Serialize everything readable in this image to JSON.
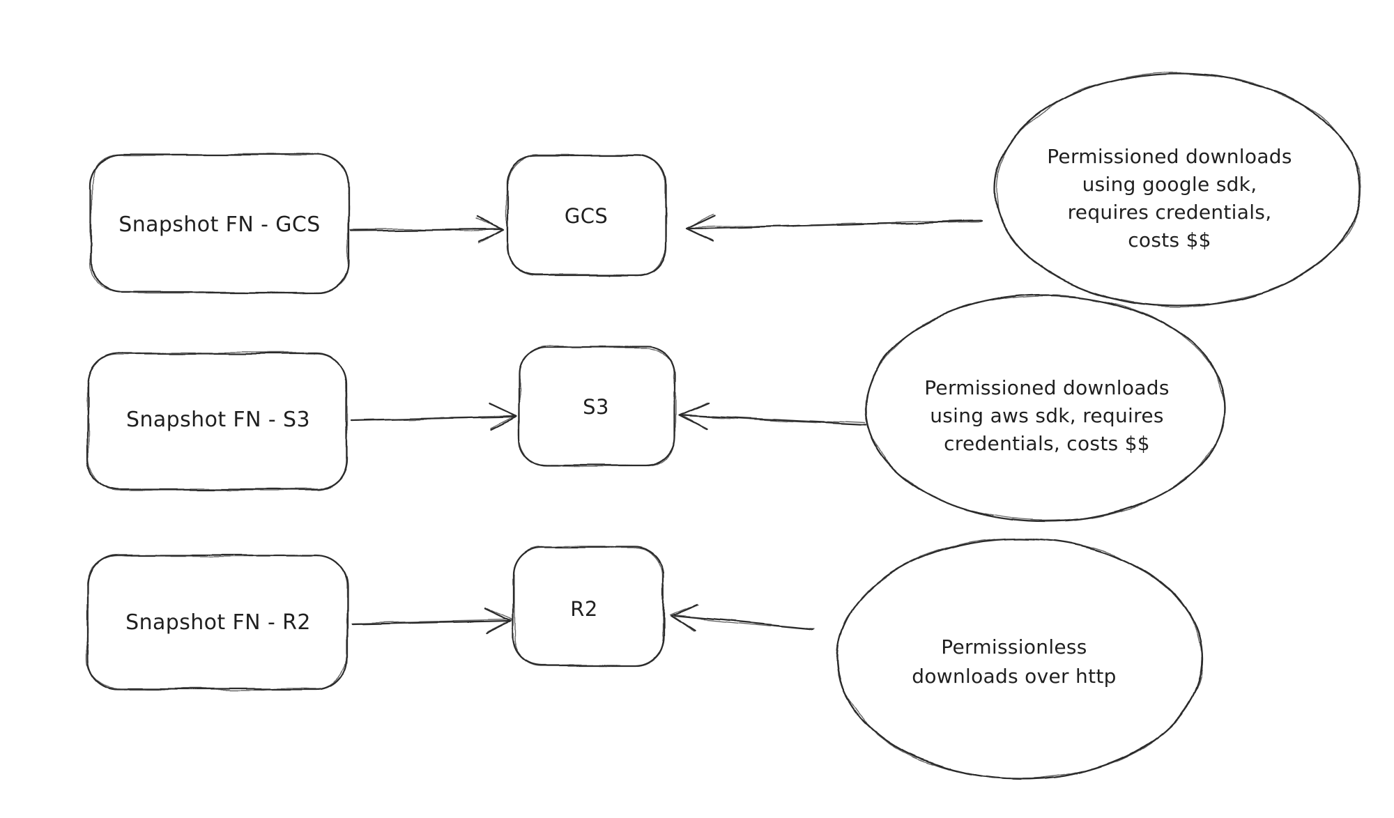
{
  "diagram": {
    "background_color": "#ffffff",
    "stroke_color": "#2b2b2b",
    "text_color": "#1f1f1f",
    "rows": [
      {
        "source_label": "Snapshot FN - GCS",
        "target_label": "GCS",
        "note_lines": [
          "Permissioned downloads",
          "using google sdk,",
          "requires credentials,",
          "costs $$"
        ]
      },
      {
        "source_label": "Snapshot FN - S3",
        "target_label": "S3",
        "note_lines": [
          "Permissioned downloads",
          "using aws sdk, requires",
          "credentials, costs $$"
        ]
      },
      {
        "source_label": "Snapshot FN - R2",
        "target_label": "R2",
        "note_lines": [
          "Permissionless",
          "downloads over http"
        ]
      }
    ]
  }
}
